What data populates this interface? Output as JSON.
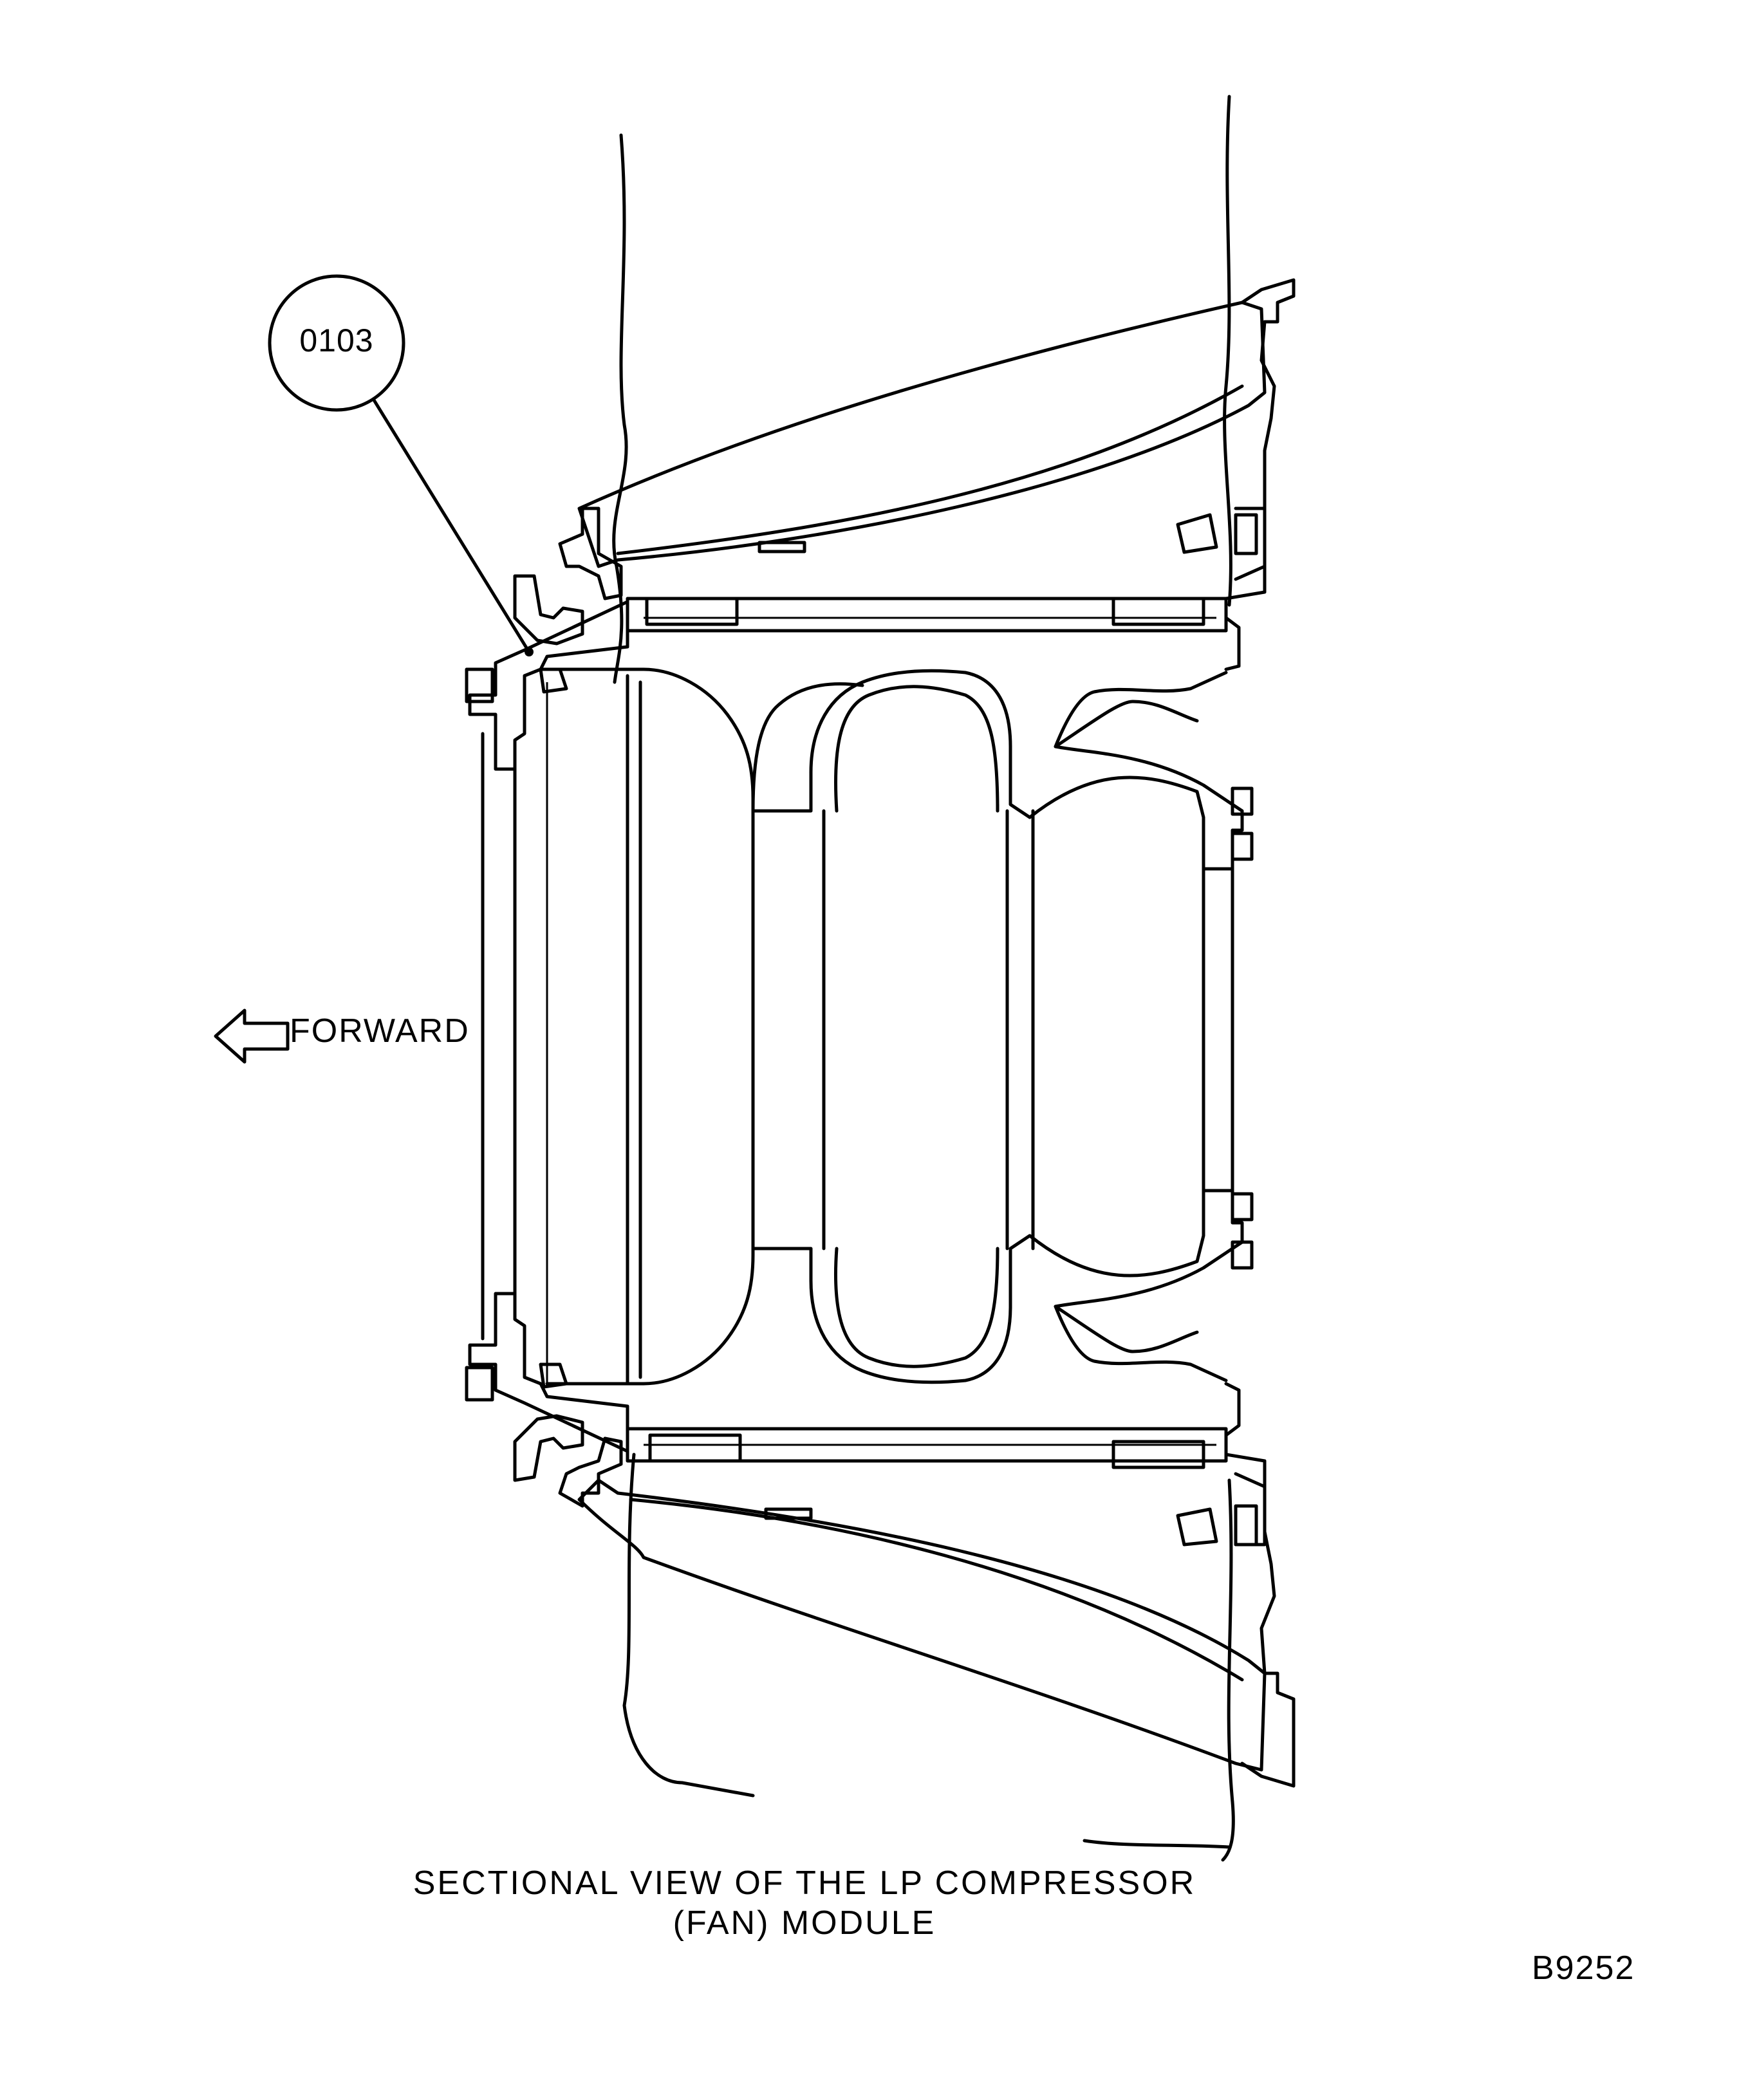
{
  "callout": {
    "label": "0103"
  },
  "direction": {
    "label": "FORWARD"
  },
  "caption": {
    "line1": "SECTIONAL VIEW OF THE LP COMPRESSOR",
    "line2": "(FAN) MODULE"
  },
  "figure_id": "B9252",
  "colors": {
    "ink": "#000000",
    "paper": "#ffffff"
  }
}
